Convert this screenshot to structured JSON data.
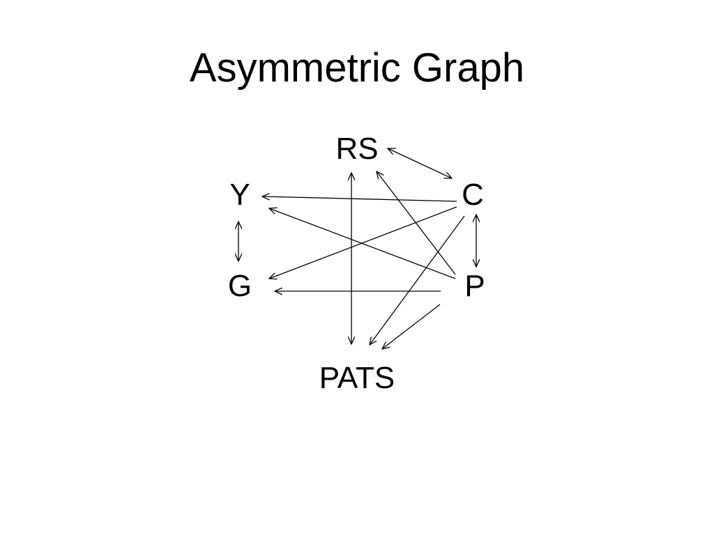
{
  "slide": {
    "title": "Asymmetric Graph"
  },
  "graph": {
    "nodes": [
      {
        "id": "RS",
        "label": "RS"
      },
      {
        "id": "C",
        "label": "C"
      },
      {
        "id": "Y",
        "label": "Y"
      },
      {
        "id": "G",
        "label": "G"
      },
      {
        "id": "P",
        "label": "P"
      },
      {
        "id": "PATS",
        "label": "PATS"
      }
    ],
    "edges": [
      {
        "from": "RS",
        "to": "C",
        "direction": "both"
      },
      {
        "from": "C",
        "to": "P",
        "direction": "both"
      },
      {
        "from": "Y",
        "to": "G",
        "direction": "both"
      },
      {
        "from": "RS",
        "to": "PATS",
        "direction": "both"
      },
      {
        "from": "C",
        "to": "Y",
        "direction": "forward"
      },
      {
        "from": "C",
        "to": "G",
        "direction": "forward"
      },
      {
        "from": "C",
        "to": "PATS",
        "direction": "forward"
      },
      {
        "from": "P",
        "to": "Y",
        "direction": "forward"
      },
      {
        "from": "P",
        "to": "G",
        "direction": "forward"
      },
      {
        "from": "P",
        "to": "RS",
        "direction": "forward"
      },
      {
        "from": "P",
        "to": "PATS",
        "direction": "forward"
      }
    ]
  }
}
